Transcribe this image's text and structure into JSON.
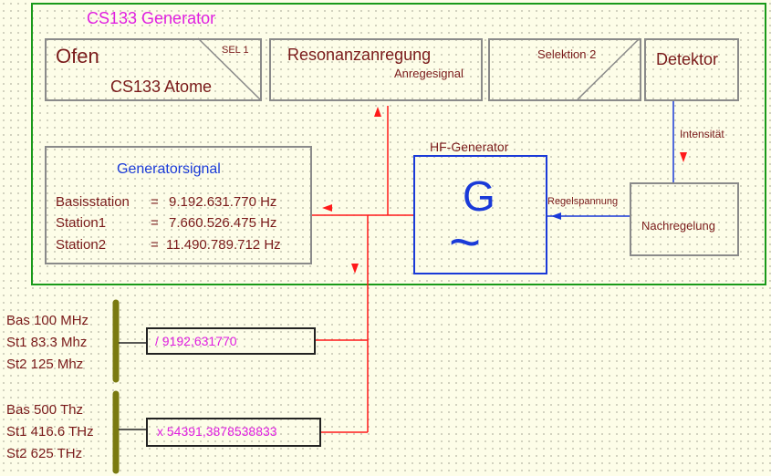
{
  "title": "CS133 Generator",
  "oven": {
    "label": "Ofen",
    "sel": "SEL 1",
    "atoms": "CS133 Atome"
  },
  "resonance": {
    "label": "Resonanzanregung",
    "sub": "Anregesignal"
  },
  "selection2": {
    "label": "Selektion 2"
  },
  "detector": {
    "label": "Detektor"
  },
  "intensity": "Intensität",
  "control_voltage": "Regelspannung",
  "readjust": "Nachregelung",
  "hf_generator": {
    "label": "HF-Generator",
    "symbol": "G",
    "wave": "~"
  },
  "generator_signal": {
    "title": "Generatorsignal",
    "rows": [
      {
        "name": "Basisstation",
        "eq": "=",
        "value": "9.192.631.770 Hz"
      },
      {
        "name": "Station1",
        "eq": "=",
        "value": "7.660.526.475 Hz"
      },
      {
        "name": "Station2",
        "eq": "=",
        "value": "11.490.789.712 Hz"
      }
    ]
  },
  "divider": {
    "op": "/ 9192,631770",
    "outputs": [
      "Bas 100 MHz",
      "St1 83.3 Mhz",
      "St2 125 Mhz"
    ]
  },
  "multiplier": {
    "op": "x 54391,3878538833",
    "outputs": [
      "Bas 500 Thz",
      "St1 416.6 THz",
      "St2 625 THz"
    ]
  },
  "colors": {
    "frame": "#1a9a1a",
    "signal": "#ff1a1a",
    "control": "#1a3ad8",
    "bar": "#7a7a10",
    "text": "#7a1a1a",
    "accent": "#e020e0"
  }
}
